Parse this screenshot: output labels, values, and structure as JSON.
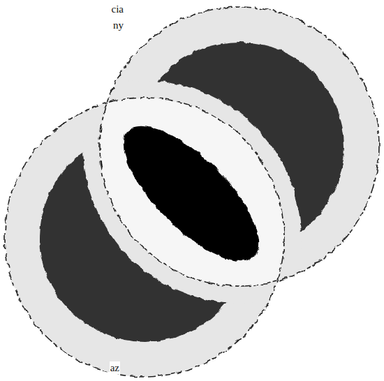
{
  "diagram": {
    "labels": [
      "cia",
      "ny",
      "az"
    ]
  }
}
